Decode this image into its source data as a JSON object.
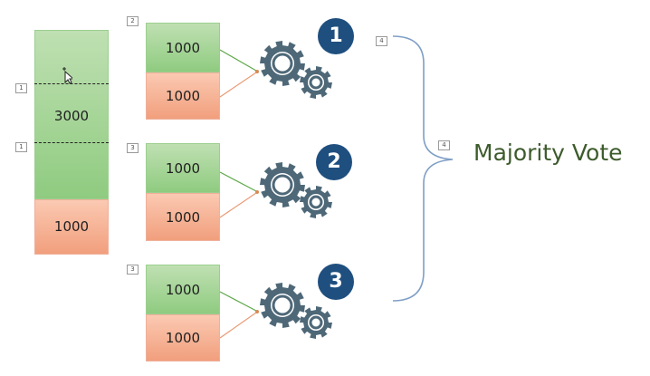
{
  "dataset": {
    "top_label": "3000",
    "bottom_label": "1000"
  },
  "samples": [
    {
      "badge": "1",
      "tag": "2",
      "top_label": "1000",
      "bottom_label": "1000"
    },
    {
      "badge": "2",
      "tag": "3",
      "top_label": "1000",
      "bottom_label": "1000"
    },
    {
      "badge": "3",
      "tag": "3",
      "top_label": "1000",
      "bottom_label": "1000"
    }
  ],
  "tags": {
    "dash_upper": "1",
    "dash_lower": "1",
    "brace_top": "4",
    "brace_middle": "4"
  },
  "result": {
    "label": "Majority Vote"
  },
  "colors": {
    "green": "#9fd090",
    "orange": "#f4ad90",
    "gear": "#4e6878",
    "badge": "#1f4f7f",
    "brace": "#7f9fc6",
    "vote_text": "#3d5b2c"
  }
}
